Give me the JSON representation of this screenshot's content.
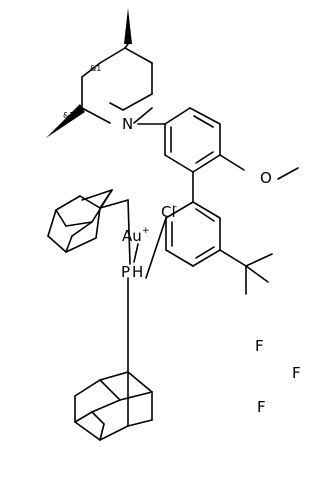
{
  "structure": {
    "atom_labels": {
      "nitrogen": "N",
      "oxygen": "O",
      "phosphorus": "P",
      "phosphorus_h": "H",
      "gold": "Au",
      "gold_charge": "+",
      "chloride": "Cl",
      "chloride_charge": "-",
      "fluorine_top": "F",
      "fluorine_right": "F",
      "fluorine_bottom": "F"
    },
    "stereo_labels": {
      "upper_center": "&1",
      "lower_center": "&1"
    }
  }
}
